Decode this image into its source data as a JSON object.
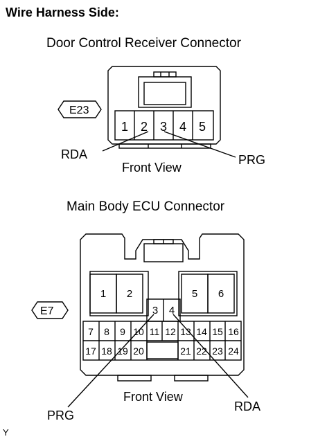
{
  "title": "Wire Harness Side:",
  "door_connector": {
    "title": "Door Control Receiver Connector",
    "code": "E23",
    "pins": [
      "1",
      "2",
      "3",
      "4",
      "5"
    ],
    "view_label": "Front View",
    "callouts": {
      "left": "RDA",
      "right": "PRG"
    }
  },
  "ecu_connector": {
    "title": "Main Body ECU Connector",
    "code": "E7",
    "top_left_pins": [
      "1",
      "2"
    ],
    "top_right_pins": [
      "5",
      "6"
    ],
    "center_pins": [
      "3",
      "4"
    ],
    "row2": [
      "7",
      "8",
      "9",
      "10",
      "11",
      "12",
      "13",
      "14",
      "15",
      "16"
    ],
    "row3": [
      "17",
      "18",
      "19",
      "20",
      "21",
      "22",
      "23",
      "24"
    ],
    "view_label": "Front View",
    "callouts": {
      "left": "PRG",
      "right": "RDA"
    }
  },
  "footer": "Y"
}
